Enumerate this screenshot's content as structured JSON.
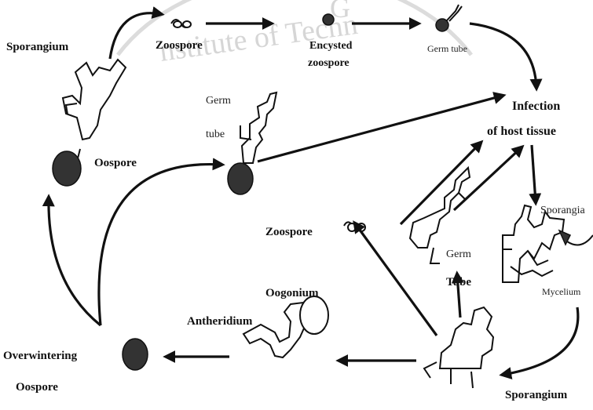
{
  "watermark": {
    "text_top": "nstitute of Techn",
    "text_upper": "G"
  },
  "labels": {
    "sporangium_top": "Sporangium",
    "zoospore_top": "Zoospore",
    "encysted_line1": "Encysted",
    "encysted_line2": "zoospore",
    "germ_tube_top": "Germ tube",
    "germ_line1": "Germ",
    "germ_line2": "tube",
    "oospore": "Oospore",
    "infection_line1": "Infection",
    "infection_line2": "of host tissue",
    "zoospore_mid": "Zoospore",
    "sporangia": "Sporangia",
    "mycelium": "Mycelium",
    "germ_tube_right_1": "Germ",
    "germ_tube_right_2": "Tube",
    "oogonium": "Oogonium",
    "antheridium": "Antheridium",
    "overwintering_1": "Overwintering",
    "overwintering_2": "Oospore",
    "sporangium_bottom": "Sporangium"
  },
  "colors": {
    "ink": "#111111",
    "spore_fill": "#333333",
    "watermark": "#d6d6d6"
  }
}
